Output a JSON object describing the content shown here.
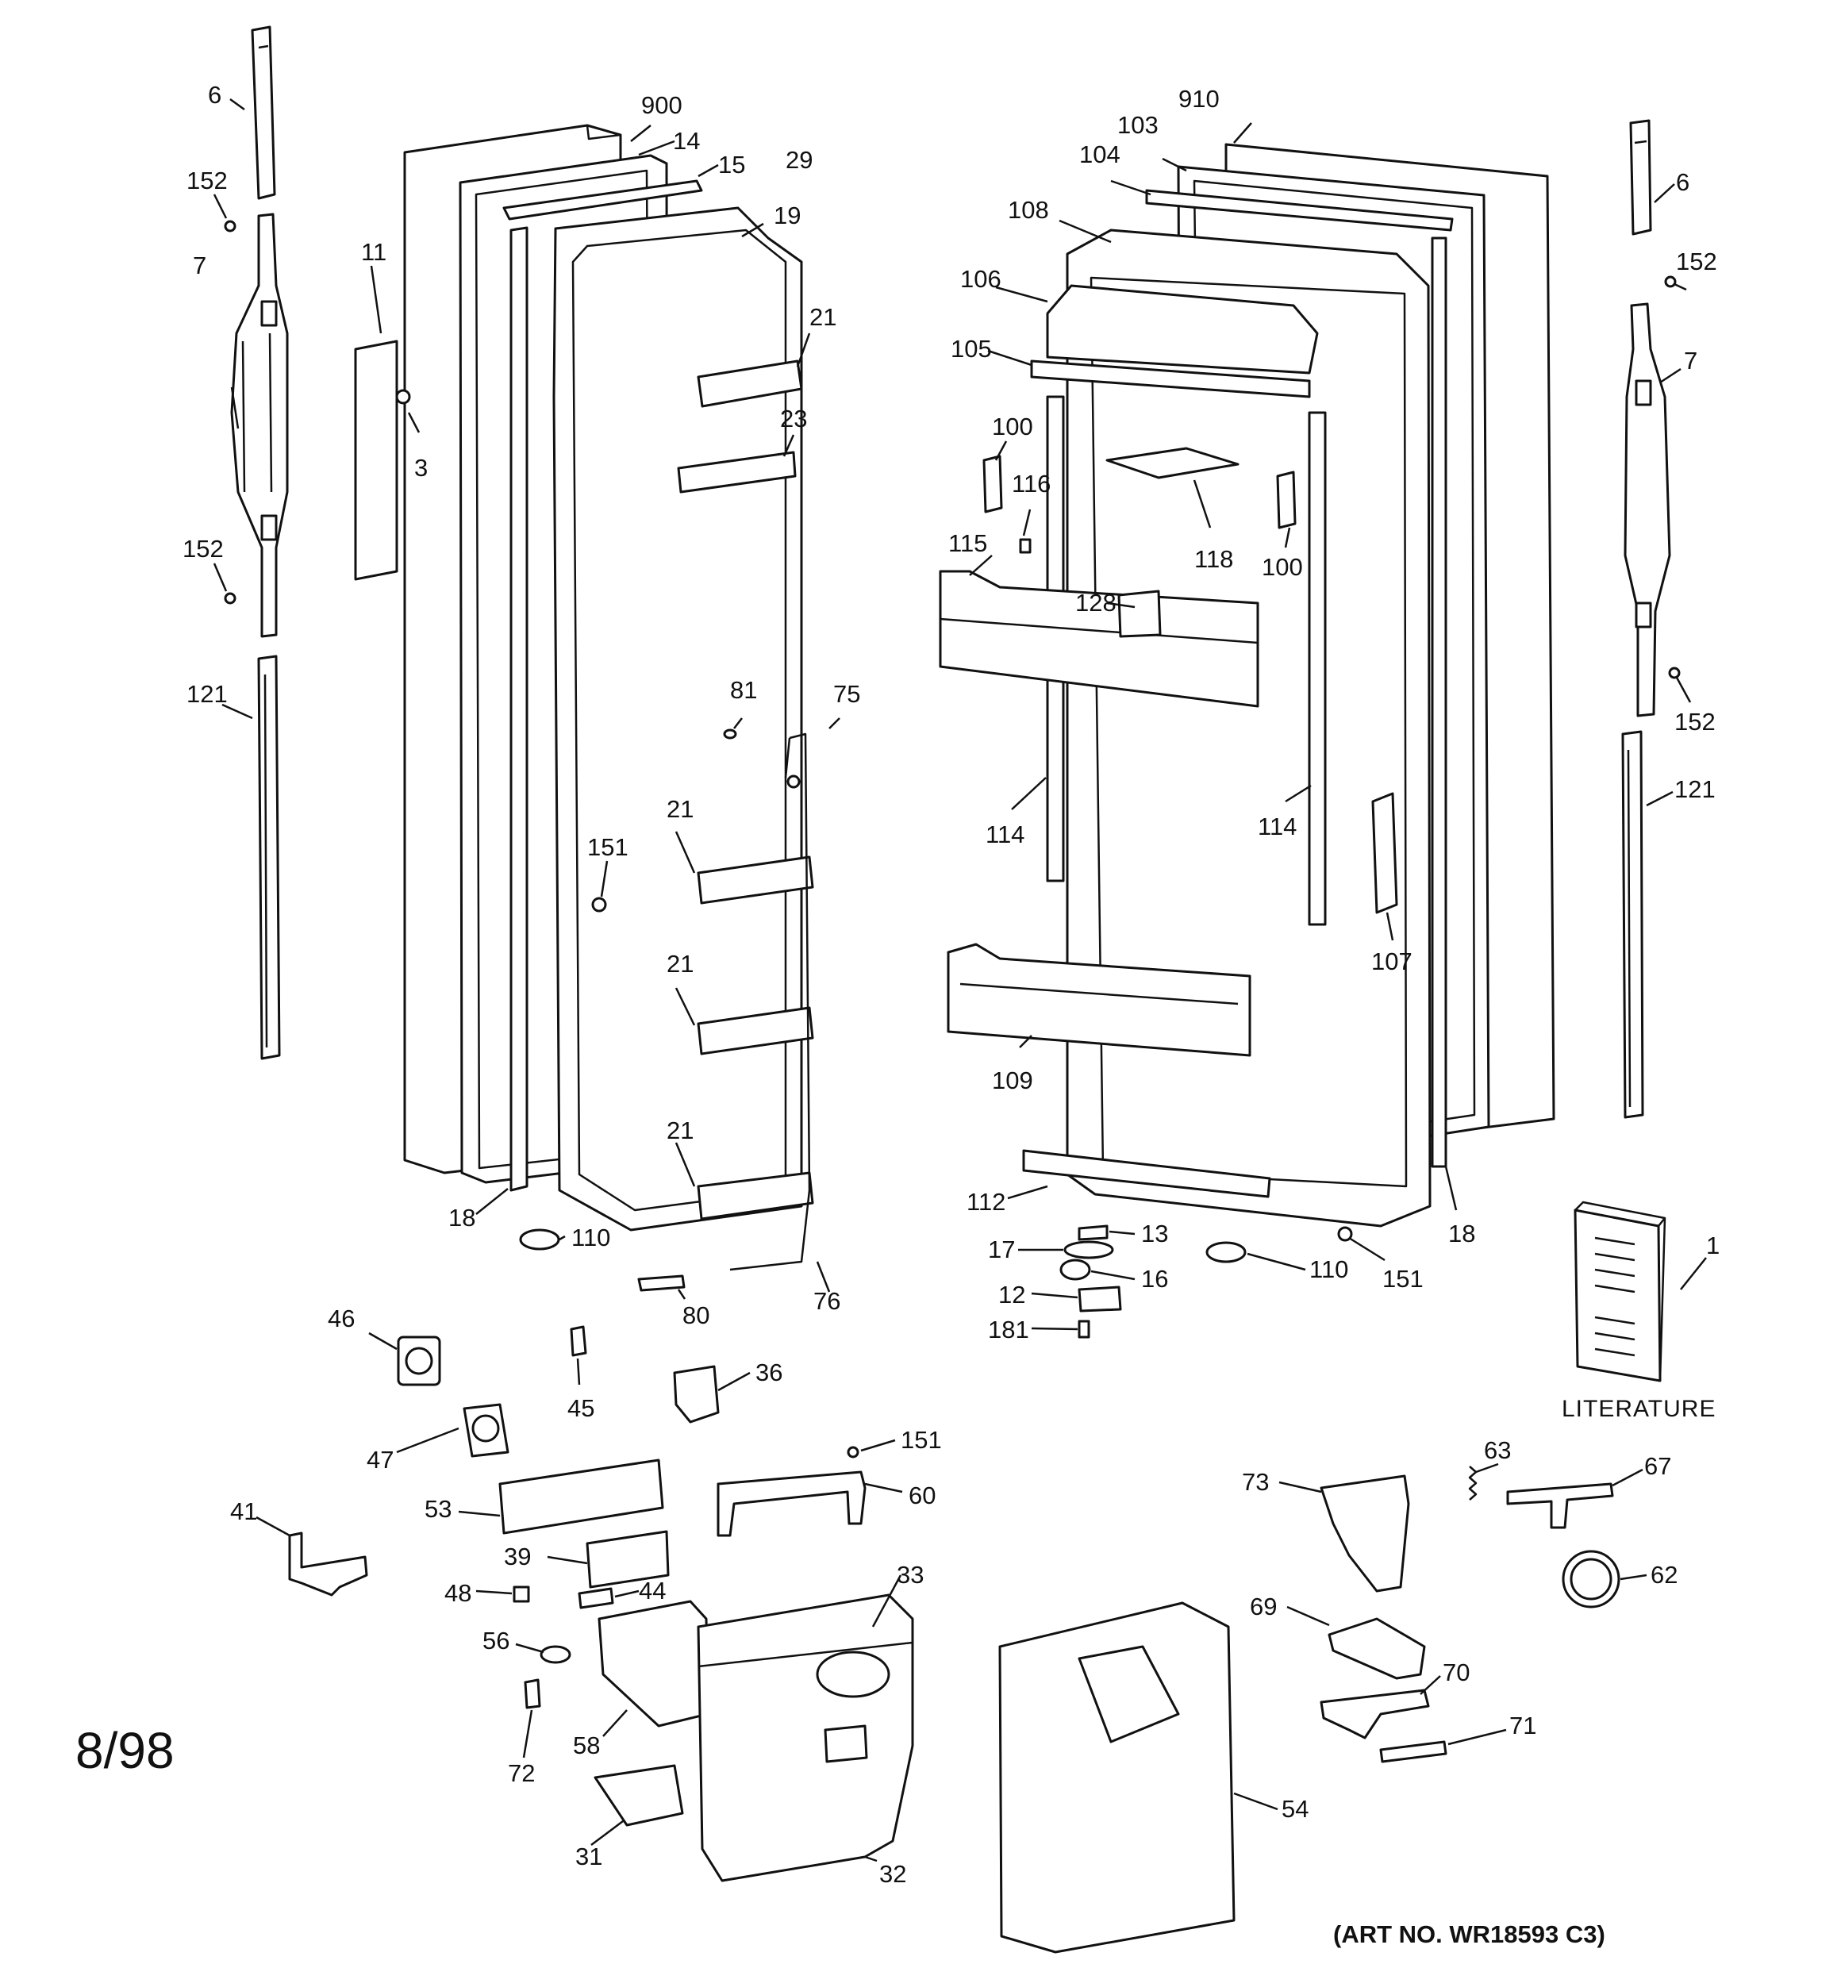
{
  "date_code": "8/98",
  "art_number": "(ART NO. WR18593 C3)",
  "literature_label": "LITERATURE",
  "callouts": {
    "c900": "900",
    "c14": "14",
    "c15": "15",
    "c29": "29",
    "c19": "19",
    "c11": "11",
    "c3": "3",
    "c21a": "21",
    "c23": "23",
    "c81": "81",
    "c75": "75",
    "c21b": "21",
    "c151a": "151",
    "c21c": "21",
    "c21d": "21",
    "c18a": "18",
    "c110a": "110",
    "c80": "80",
    "c76": "76",
    "c6a": "6",
    "c152a": "152",
    "c7a": "7",
    "c152b": "152",
    "c121a": "121",
    "c910": "910",
    "c103": "103",
    "c104": "104",
    "c108": "108",
    "c106": "106",
    "c105": "105",
    "c100a": "100",
    "c116": "116",
    "c115": "115",
    "c118": "118",
    "c100b": "100",
    "c128": "128",
    "c114a": "114",
    "c114b": "114",
    "c107": "107",
    "c109": "109",
    "c112": "112",
    "c13": "13",
    "c17": "17",
    "c16": "16",
    "c12": "12",
    "c181": "181",
    "c110b": "110",
    "c151b": "151",
    "c18b": "18",
    "c1": "1",
    "c6b": "6",
    "c152c": "152",
    "c7b": "7",
    "c152d": "152",
    "c121b": "121",
    "c46": "46",
    "c45": "45",
    "c36": "36",
    "c47": "47",
    "c151c": "151",
    "c41": "41",
    "c53": "53",
    "c60": "60",
    "c39": "39",
    "c33": "33",
    "c48": "48",
    "c44": "44",
    "c56": "56",
    "c72": "72",
    "c58": "58",
    "c31": "31",
    "c32": "32",
    "c73": "73",
    "c63": "63",
    "c67": "67",
    "c62": "62",
    "c69": "69",
    "c70": "70",
    "c71": "71",
    "c54": "54"
  }
}
